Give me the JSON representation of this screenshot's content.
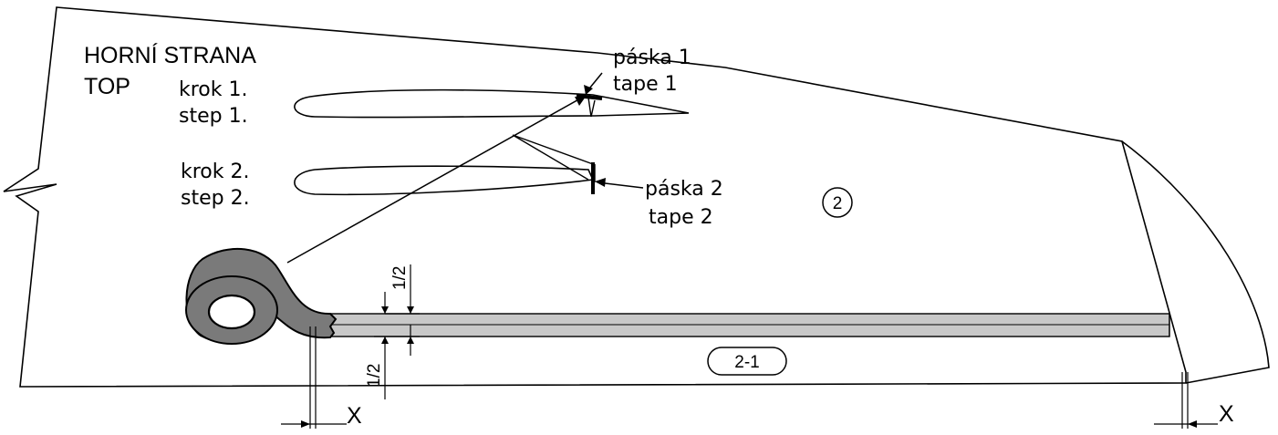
{
  "heading": {
    "line1": "HORNÍ STRANA",
    "line2": "TOP"
  },
  "steps": [
    {
      "cz": "krok 1.",
      "en": "step 1."
    },
    {
      "cz": "krok 2.",
      "en": "step 2."
    }
  ],
  "tapes": [
    {
      "cz": "páska 1",
      "en": "tape 1"
    },
    {
      "cz": "páska 2",
      "en": "tape 2"
    }
  ],
  "markers": {
    "part_main": "2",
    "part_strip": "2-1"
  },
  "dimensions": {
    "half_top": "1/2",
    "half_bottom": "1/2",
    "offset_left": "X",
    "offset_right": "X"
  },
  "colors": {
    "strip_fill": "#c8c8c8",
    "tape_roll": "#7a7a7a",
    "line": "#000000"
  }
}
